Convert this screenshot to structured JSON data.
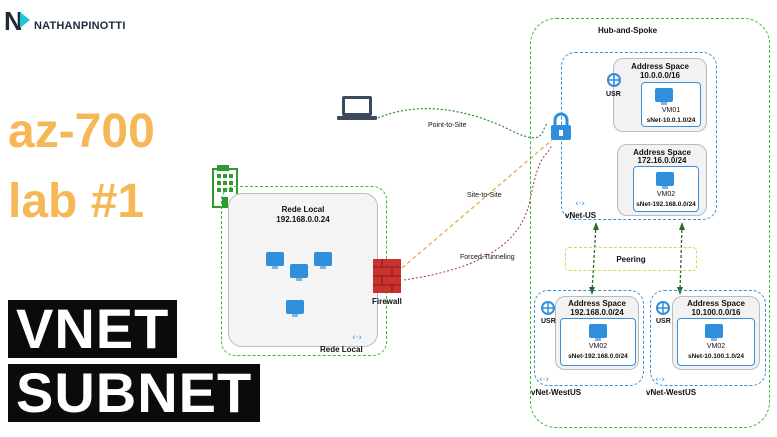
{
  "logo": {
    "mark": "N",
    "text": "NATHANPINOTTI"
  },
  "left": {
    "line1": "az-700",
    "line2": "lab #1",
    "block1": "VNET",
    "block2": "SUBNET"
  },
  "diagram": {
    "hub_title": "Hub-and-Spoke",
    "local": {
      "title": "Rede Local",
      "cidr": "192.168.0.0.24",
      "footer": "Rede Local",
      "firewall": "Firewall"
    },
    "hub": {
      "addr1_title": "Address Space",
      "addr1_cidr": "10.0.0.0/16",
      "usr": "USR",
      "vm1": "VM01",
      "subnet1": "sNet-10.0.1.0/24",
      "addr2_title": "Address Space",
      "addr2_cidr": "172.16.0.0/24",
      "vm2": "VM02",
      "subnet2": "sNet-192.168.0.0/24",
      "vnet_label": "vNet-US"
    },
    "links": {
      "p2s": "Point-to-Site",
      "s2s": "Site-to-Site",
      "forced": "Forced-Tunneling",
      "peering": "Peering"
    },
    "spoke1": {
      "addr_title": "Address Space",
      "cidr": "192.168.0.0/24",
      "usr": "USR",
      "vm": "VM02",
      "subnet": "sNet-192.168.0.0/24",
      "vnet_label": "vNet-WestUS"
    },
    "spoke2": {
      "addr_title": "Address Space",
      "cidr": "10.100.0.0/16",
      "usr": "USR",
      "vm": "VM02",
      "subnet": "sNet-10.100.1.0/24",
      "vnet_label": "vNet-WestUS"
    }
  },
  "colors": {
    "orange": "#f6b756",
    "green": "#2fbf2f",
    "blue": "#3a8fd8",
    "peering": "#d8d84a"
  }
}
